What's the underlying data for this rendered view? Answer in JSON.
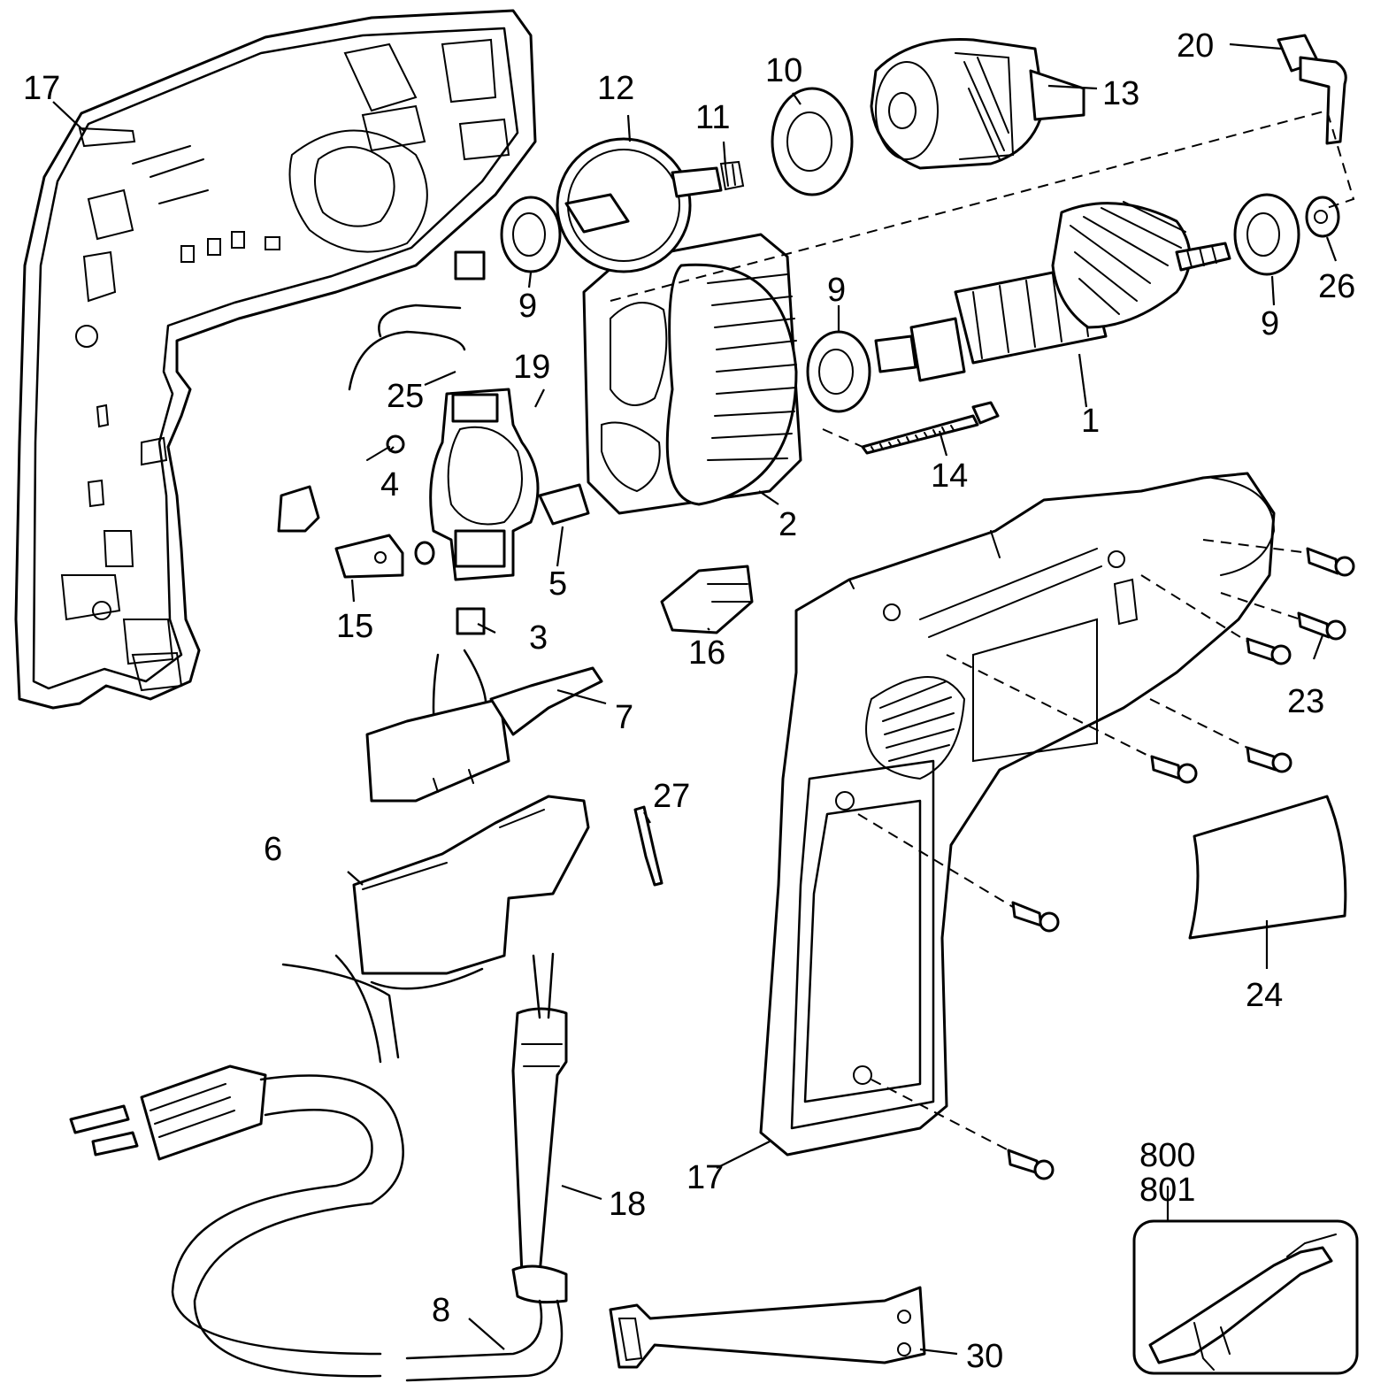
{
  "callouts": {
    "c1": "1",
    "c2": "2",
    "c3": "3",
    "c4": "4",
    "c5": "5",
    "c6": "6",
    "c7": "7",
    "c8": "8",
    "c9a": "9",
    "c9b": "9",
    "c9c": "9",
    "c10": "10",
    "c11": "11",
    "c12": "12",
    "c13": "13",
    "c14": "14",
    "c15": "15",
    "c16": "16",
    "c17a": "17",
    "c17b": "17",
    "c18": "18",
    "c19": "19",
    "c20": "20",
    "c23": "23",
    "c24": "24",
    "c25": "25",
    "c26": "26",
    "c27": "27",
    "c30": "30",
    "c800": "800",
    "c801": "801"
  }
}
